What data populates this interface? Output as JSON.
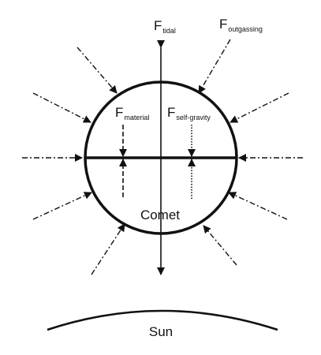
{
  "labels": {
    "f_tidal": {
      "main": "F",
      "sub": "tidal"
    },
    "f_outgassing": {
      "main": "F",
      "sub": "outgassing"
    },
    "f_material": {
      "main": "F",
      "sub": "material"
    },
    "f_self_gravity": {
      "main": "F",
      "sub": "self-gravity"
    },
    "comet": "Comet",
    "sun": "Sun"
  },
  "colors": {
    "stroke": "#111111",
    "background": "#ffffff"
  }
}
